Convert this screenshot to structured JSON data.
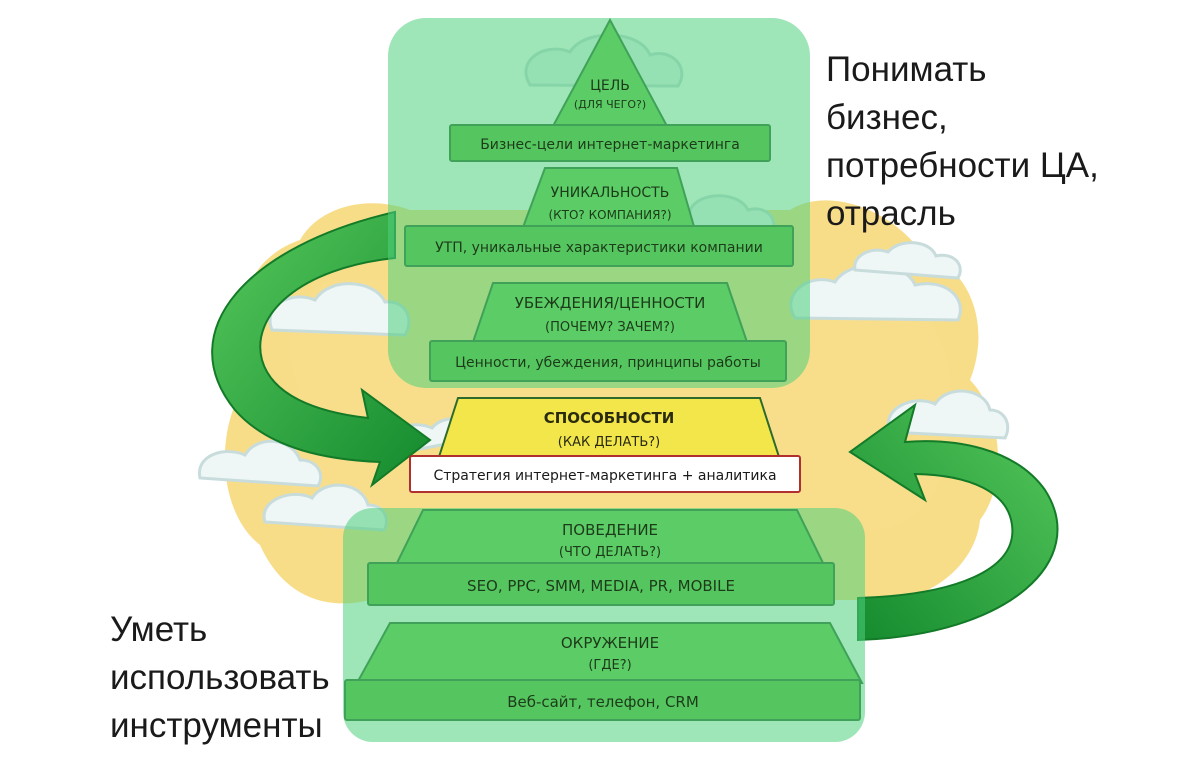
{
  "pyramid": {
    "levels": [
      {
        "title": "ЦЕЛЬ",
        "question": "(ДЛЯ ЧЕГО?)",
        "band": "Бизнес-цели интернет-маркетинга"
      },
      {
        "title": "УНИКАЛЬНОСТЬ",
        "question": "(КТО? КОМПАНИЯ?)",
        "band": "УТП, уникальные характеристики компании"
      },
      {
        "title": "УБЕЖДЕНИЯ/ЦЕННОСТИ",
        "question": "(ПОЧЕМУ? ЗАЧЕМ?)",
        "band": "Ценности, убеждения, принципы работы"
      },
      {
        "title": "СПОСОБНОСТИ",
        "question": "(КАК ДЕЛАТЬ?)",
        "band": "Стратегия интернет-маркетинга + аналитика"
      },
      {
        "title": "ПОВЕДЕНИЕ",
        "question": "(ЧТО ДЕЛАТЬ?)",
        "band": "SEO, PPC, SMM, MEDIA, PR, MOBILE"
      },
      {
        "title": "ОКРУЖЕНИЕ",
        "question": "(ГДЕ?)",
        "band": "Веб-сайт, телефон, CRM"
      }
    ]
  },
  "captions": {
    "right_lines": [
      "Понимать",
      "бизнес,",
      "потребности ЦА,",
      "отрасль"
    ],
    "left_lines": [
      "Уметь",
      "использовать",
      "инструменты"
    ]
  },
  "colors": {
    "green_pyramid": "#5dbb3b",
    "highlight_box": "#5fcf86",
    "yellow_level": "#f2e64a",
    "sun_background": "#f7d774",
    "arrow_green": "#23a03a",
    "cloud": "#eef6f6"
  }
}
